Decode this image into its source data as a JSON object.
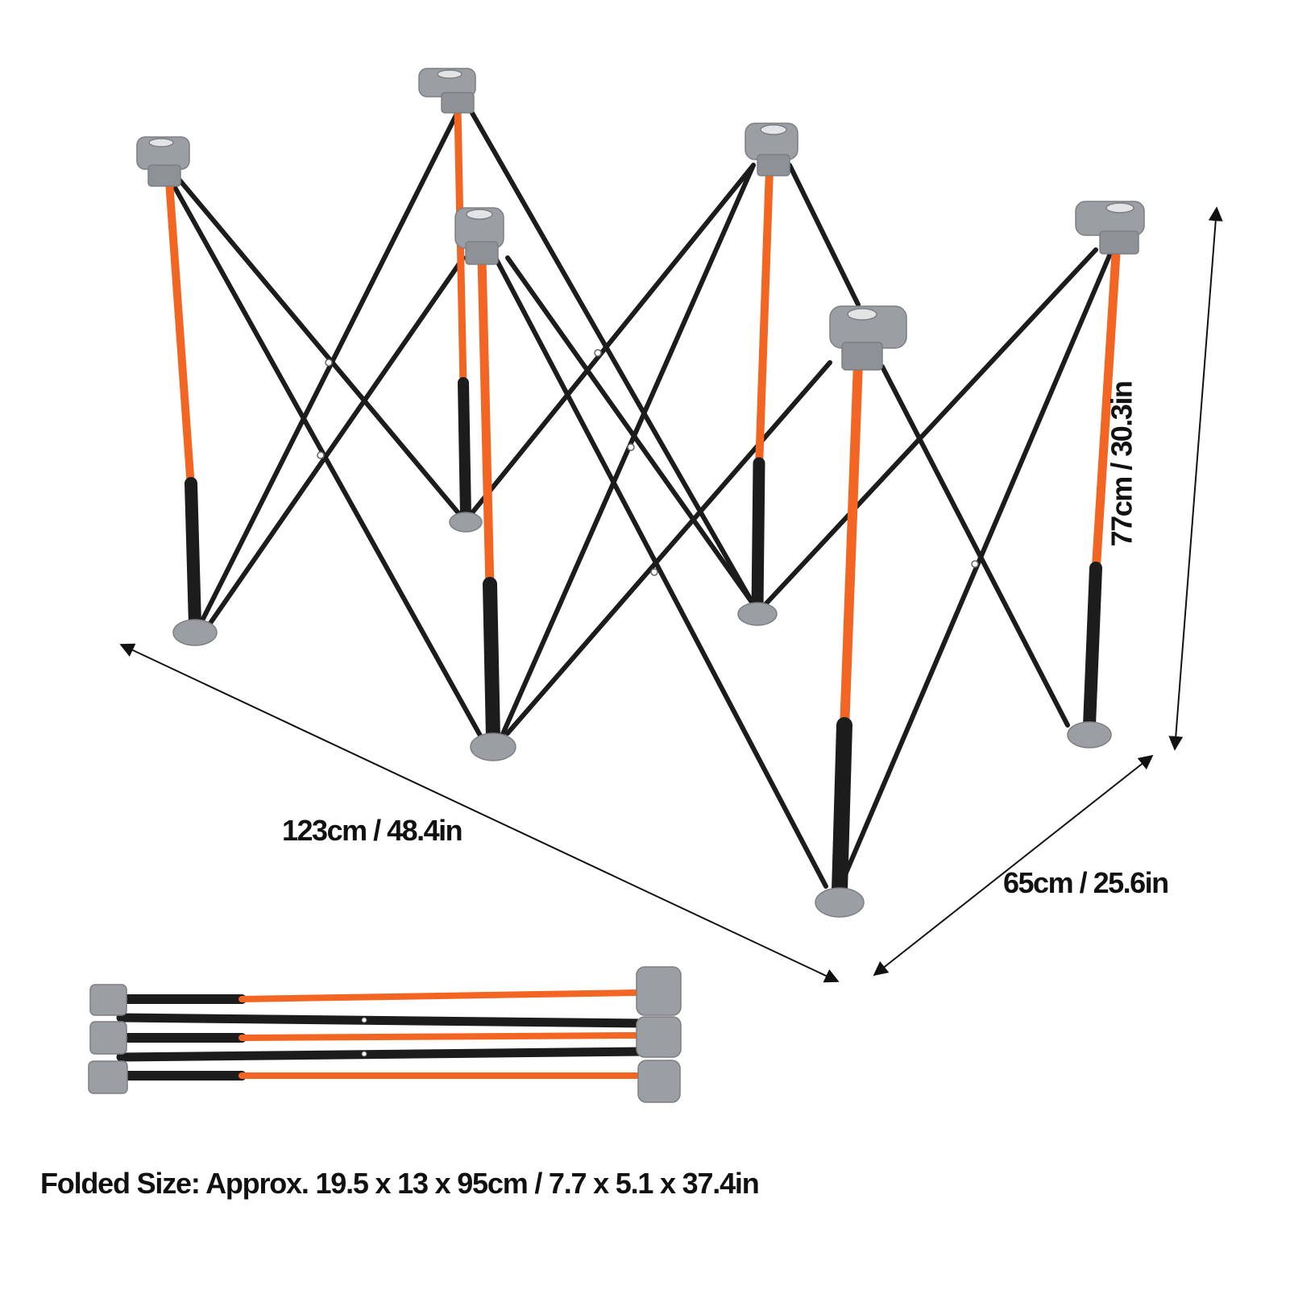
{
  "dimensions": {
    "length": "123cm / 48.4in",
    "width": "65cm / 25.6in",
    "height": "77cm / 30.3in",
    "folded": "Folded Size: Approx. 19.5 x 13 x 95cm / 7.7 x 5.1 x 37.4in"
  },
  "colors": {
    "orange": "#f26522",
    "black": "#1c1c1c",
    "gray": "#9b9ea2",
    "gray_dark": "#7c7f83"
  }
}
